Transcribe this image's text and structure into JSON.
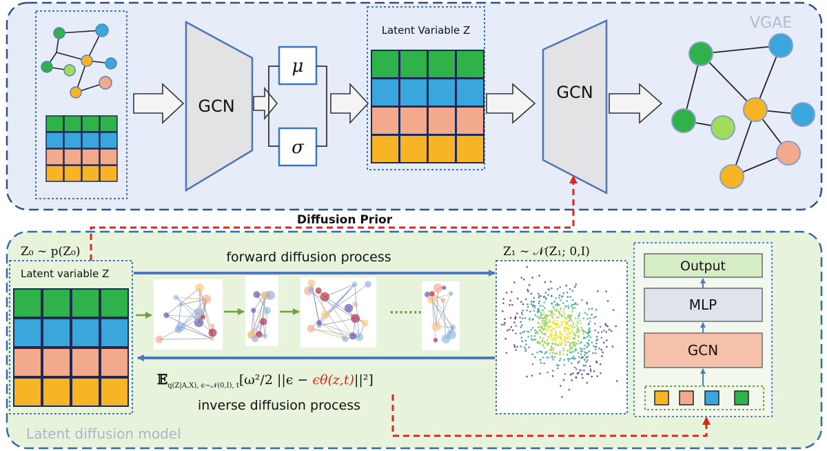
{
  "vgae": {
    "title": "VGAE",
    "encoder_label": "GCN",
    "mu_label": "μ",
    "sigma_label": "σ",
    "latent_label": "Latent Variable Z",
    "decoder_label": "GCN"
  },
  "diffusion_prior_label": "Diffusion Prior",
  "ldm": {
    "title": "Latent diffusion model",
    "z0_label": "Z₀ ∼ p(Z₀)",
    "latent_label": "Latent variable Z",
    "forward_label": "forward diffusion process",
    "inverse_label": "inverse diffusion process",
    "z1_label": "Z₁ ∼ 𝒩(Z₁; 0,I)",
    "loss_prefix": "𝔼",
    "loss_subscript": "q(Z|A,X), ϵ∼𝒩(0,I), t",
    "loss_main": "[ω²/2 ||ϵ − ",
    "loss_eps": "ϵθ(z,t)",
    "loss_end": "||²]",
    "ellipsis": "·······",
    "denoiser": {
      "output_label": "Output",
      "mlp_label": "MLP",
      "gcn_label": "GCN"
    }
  },
  "colors": {
    "green": "#2fb24a",
    "blue": "#3aa7dc",
    "salmon": "#f2a98c",
    "orange": "#f7b526",
    "light_green_node": "#9ede5a",
    "top_panel_bg": "#e6ecf8",
    "bottom_panel_bg": "#e7f3da",
    "dashed_border": "#2f4f8a",
    "red_dashed": "#e0261c",
    "trapezoid_fill": "#e3e3e5",
    "trapezoid_stroke": "#4a76b8"
  }
}
